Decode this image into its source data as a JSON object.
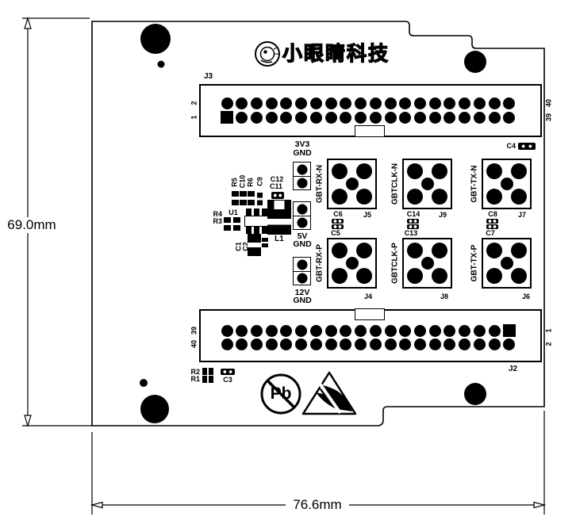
{
  "logo": {
    "text": "小眼睛科技"
  },
  "dimensions": {
    "height": "69.0mm",
    "width": "76.6mm"
  },
  "connectors": {
    "j3": {
      "ref": "J3",
      "pins_per_row": 20,
      "side_labels": {
        "left_top": "2",
        "left_bottom": "1",
        "right_top": "40",
        "right_bottom": "39"
      }
    },
    "j2": {
      "ref": "J2",
      "pins_per_row": 20,
      "side_labels": {
        "left_top": "39",
        "left_bottom": "40",
        "right_top": "1",
        "right_bottom": "2"
      }
    }
  },
  "power_headers": {
    "h1": {
      "labels": [
        "3V3",
        "GND"
      ]
    },
    "h2": {
      "labels": [
        "5V",
        "GND"
      ]
    },
    "h3": {
      "labels": [
        "12V",
        "GND"
      ]
    }
  },
  "sma_ports": {
    "j5": {
      "signal": "GBT-RX-N",
      "ref": "J5",
      "cap_top": "C6",
      "cap_bottom": "C5"
    },
    "j9": {
      "signal": "GBTCLK-N",
      "ref": "J9",
      "cap_top": "C14",
      "cap_bottom": "C13"
    },
    "j7": {
      "signal": "GBT-TX-N",
      "ref": "J7",
      "cap_top": "C8",
      "cap_bottom": "C7"
    },
    "j4": {
      "signal": "GBT-RX-P",
      "ref": "J4"
    },
    "j8": {
      "signal": "GBTCLK-P",
      "ref": "J8"
    },
    "j6": {
      "signal": "GBT-TX-P",
      "ref": "J6"
    }
  },
  "components": {
    "r5": "R5",
    "c10": "C10",
    "r6": "R6",
    "c9": "C9",
    "c12": "C12",
    "c11": "C11",
    "u1": "U1",
    "r4": "R4",
    "r3": "R3",
    "l1": "L1",
    "c1": "C1",
    "c2": "C2",
    "r2": "R2",
    "r1": "R1",
    "c3": "C3",
    "c4": "C4"
  },
  "symbols": {
    "pb_free_text": "Pb"
  },
  "colors": {
    "silk": "#000000",
    "background": "#ffffff"
  }
}
